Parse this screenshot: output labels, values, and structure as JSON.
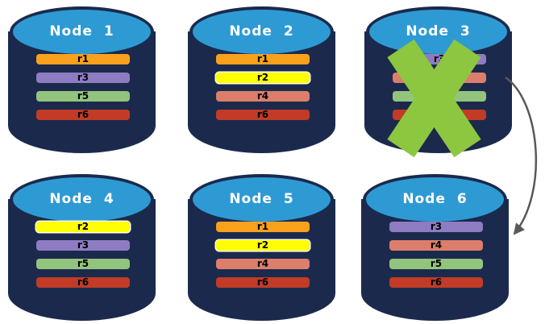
{
  "diagram": {
    "colors": {
      "orange": "#F9A11C",
      "yellow": "#FFFF00",
      "purple": "#8E7CC3",
      "green": "#93C47D",
      "salmon": "#DC7E6B",
      "red": "#C13B27",
      "cylinder_body": "#1B2A4C",
      "cylinder_top": "#2E9AD4",
      "x_mark": "#8DC63F",
      "arrow": "#58595B"
    },
    "nodes": [
      {
        "title": "Node 1",
        "replicas": [
          {
            "label": "r1",
            "color": "orange"
          },
          {
            "label": "r3",
            "color": "purple"
          },
          {
            "label": "r5",
            "color": "green"
          },
          {
            "label": "r6",
            "color": "red"
          }
        ]
      },
      {
        "title": "Node 2",
        "replicas": [
          {
            "label": "r1",
            "color": "orange"
          },
          {
            "label": "r2",
            "color": "yellow"
          },
          {
            "label": "r4",
            "color": "salmon"
          },
          {
            "label": "r6",
            "color": "red"
          }
        ]
      },
      {
        "title": "Node 3",
        "replicas": [
          {
            "label": "r3",
            "color": "purple"
          },
          {
            "label": "r4",
            "color": "salmon"
          },
          {
            "label": "r5",
            "color": "green"
          },
          {
            "label": "r6",
            "color": "red"
          }
        ]
      },
      {
        "title": "Node 4",
        "replicas": [
          {
            "label": "r2",
            "color": "yellow"
          },
          {
            "label": "r3",
            "color": "purple"
          },
          {
            "label": "r5",
            "color": "green"
          },
          {
            "label": "r6",
            "color": "red"
          }
        ]
      },
      {
        "title": "Node 5",
        "replicas": [
          {
            "label": "r1",
            "color": "orange"
          },
          {
            "label": "r2",
            "color": "yellow"
          },
          {
            "label": "r4",
            "color": "salmon"
          },
          {
            "label": "r6",
            "color": "red"
          }
        ]
      },
      {
        "title": "Node 6",
        "replicas": [
          {
            "label": "r3",
            "color": "purple"
          },
          {
            "label": "r4",
            "color": "salmon"
          },
          {
            "label": "r5",
            "color": "green"
          },
          {
            "label": "r6",
            "color": "red"
          }
        ]
      }
    ],
    "annotations": {
      "x_mark_on": "Node 3",
      "arrow_from": "Node 3",
      "arrow_to": "Node 6"
    }
  }
}
